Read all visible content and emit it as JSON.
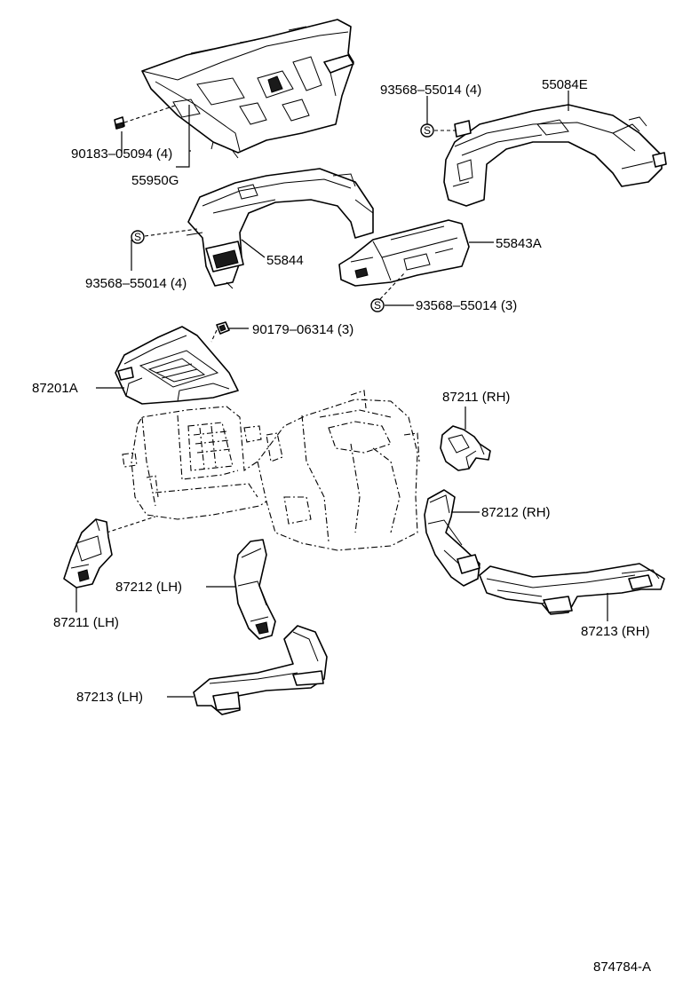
{
  "diagram": {
    "figure_id": "874784-A",
    "callouts": {
      "p55950g": "55950G",
      "p90183": "90183–05094 (4)",
      "p93568_top": "93568–55014 (4)",
      "p55084e": "55084E",
      "p55844": "55844",
      "p93568_left": "93568–55014 (4)",
      "p55843a": "55843A",
      "p93568_mid": "93568–55014 (3)",
      "p90179": "90179–06314 (3)",
      "p87201a": "87201A",
      "p87211rh": "87211 (RH)",
      "p87212rh": "87212 (RH)",
      "p87212lh": "87212 (LH)",
      "p87211lh": "87211 (LH)",
      "p87213rh": "87213 (RH)",
      "p87213lh": "87213 (LH)"
    },
    "screw_symbol": "S"
  }
}
